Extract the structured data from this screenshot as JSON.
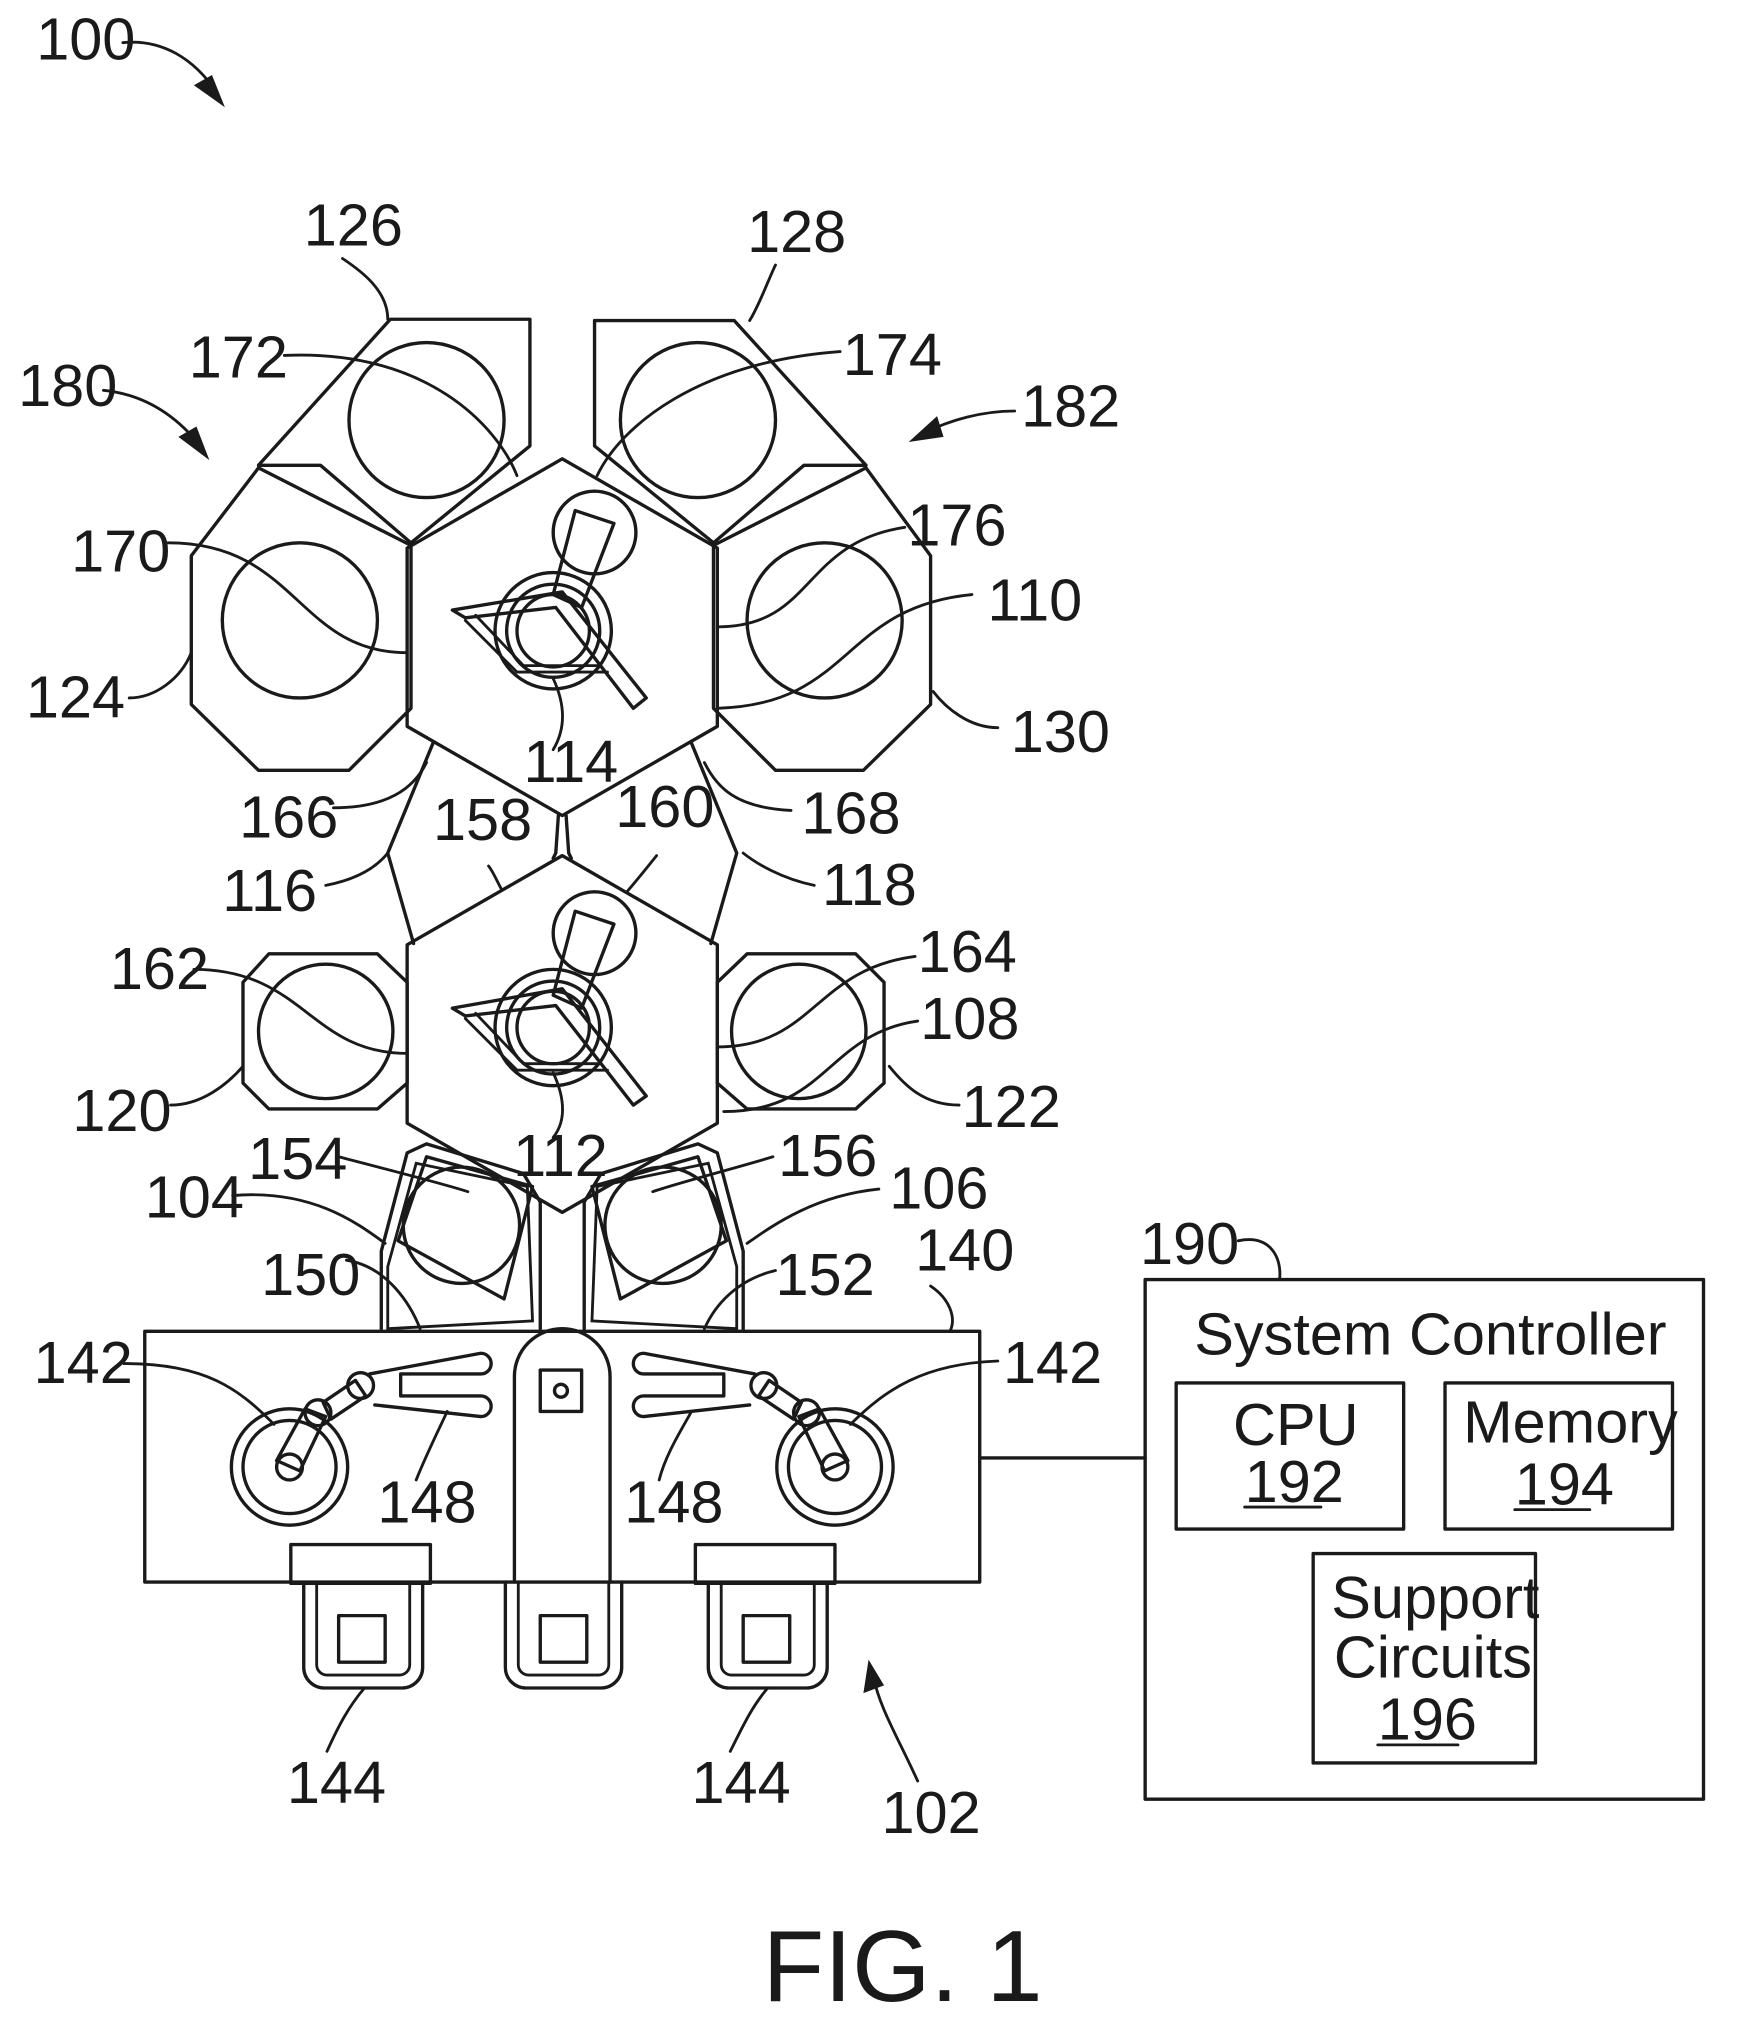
{
  "figure_caption": "FIG. 1",
  "controller": {
    "title": "System Controller",
    "cpu": {
      "label": "CPU",
      "ref": "192"
    },
    "memory": {
      "label": "Memory",
      "ref": "194"
    },
    "support": {
      "line1": "Support",
      "line2": "Circuits",
      "ref": "196"
    }
  },
  "labels": {
    "l100": "100",
    "l126": "126",
    "l128": "128",
    "l172": "172",
    "l174": "174",
    "l180": "180",
    "l182": "182",
    "l170": "170",
    "l176": "176",
    "l110": "110",
    "l124": "124",
    "l130": "130",
    "l114": "114",
    "l166": "166",
    "l168": "168",
    "l158": "158",
    "l160": "160",
    "l116": "116",
    "l118": "118",
    "l162": "162",
    "l164": "164",
    "l108": "108",
    "l120": "120",
    "l122": "122",
    "l112": "112",
    "l154": "154",
    "l156": "156",
    "l104": "104",
    "l106": "106",
    "l150": "150",
    "l152": "152",
    "l140": "140",
    "l190": "190",
    "l142a": "142",
    "l142b": "142",
    "l148a": "148",
    "l148b": "148",
    "l144a": "144",
    "l144b": "144",
    "l102": "102"
  }
}
